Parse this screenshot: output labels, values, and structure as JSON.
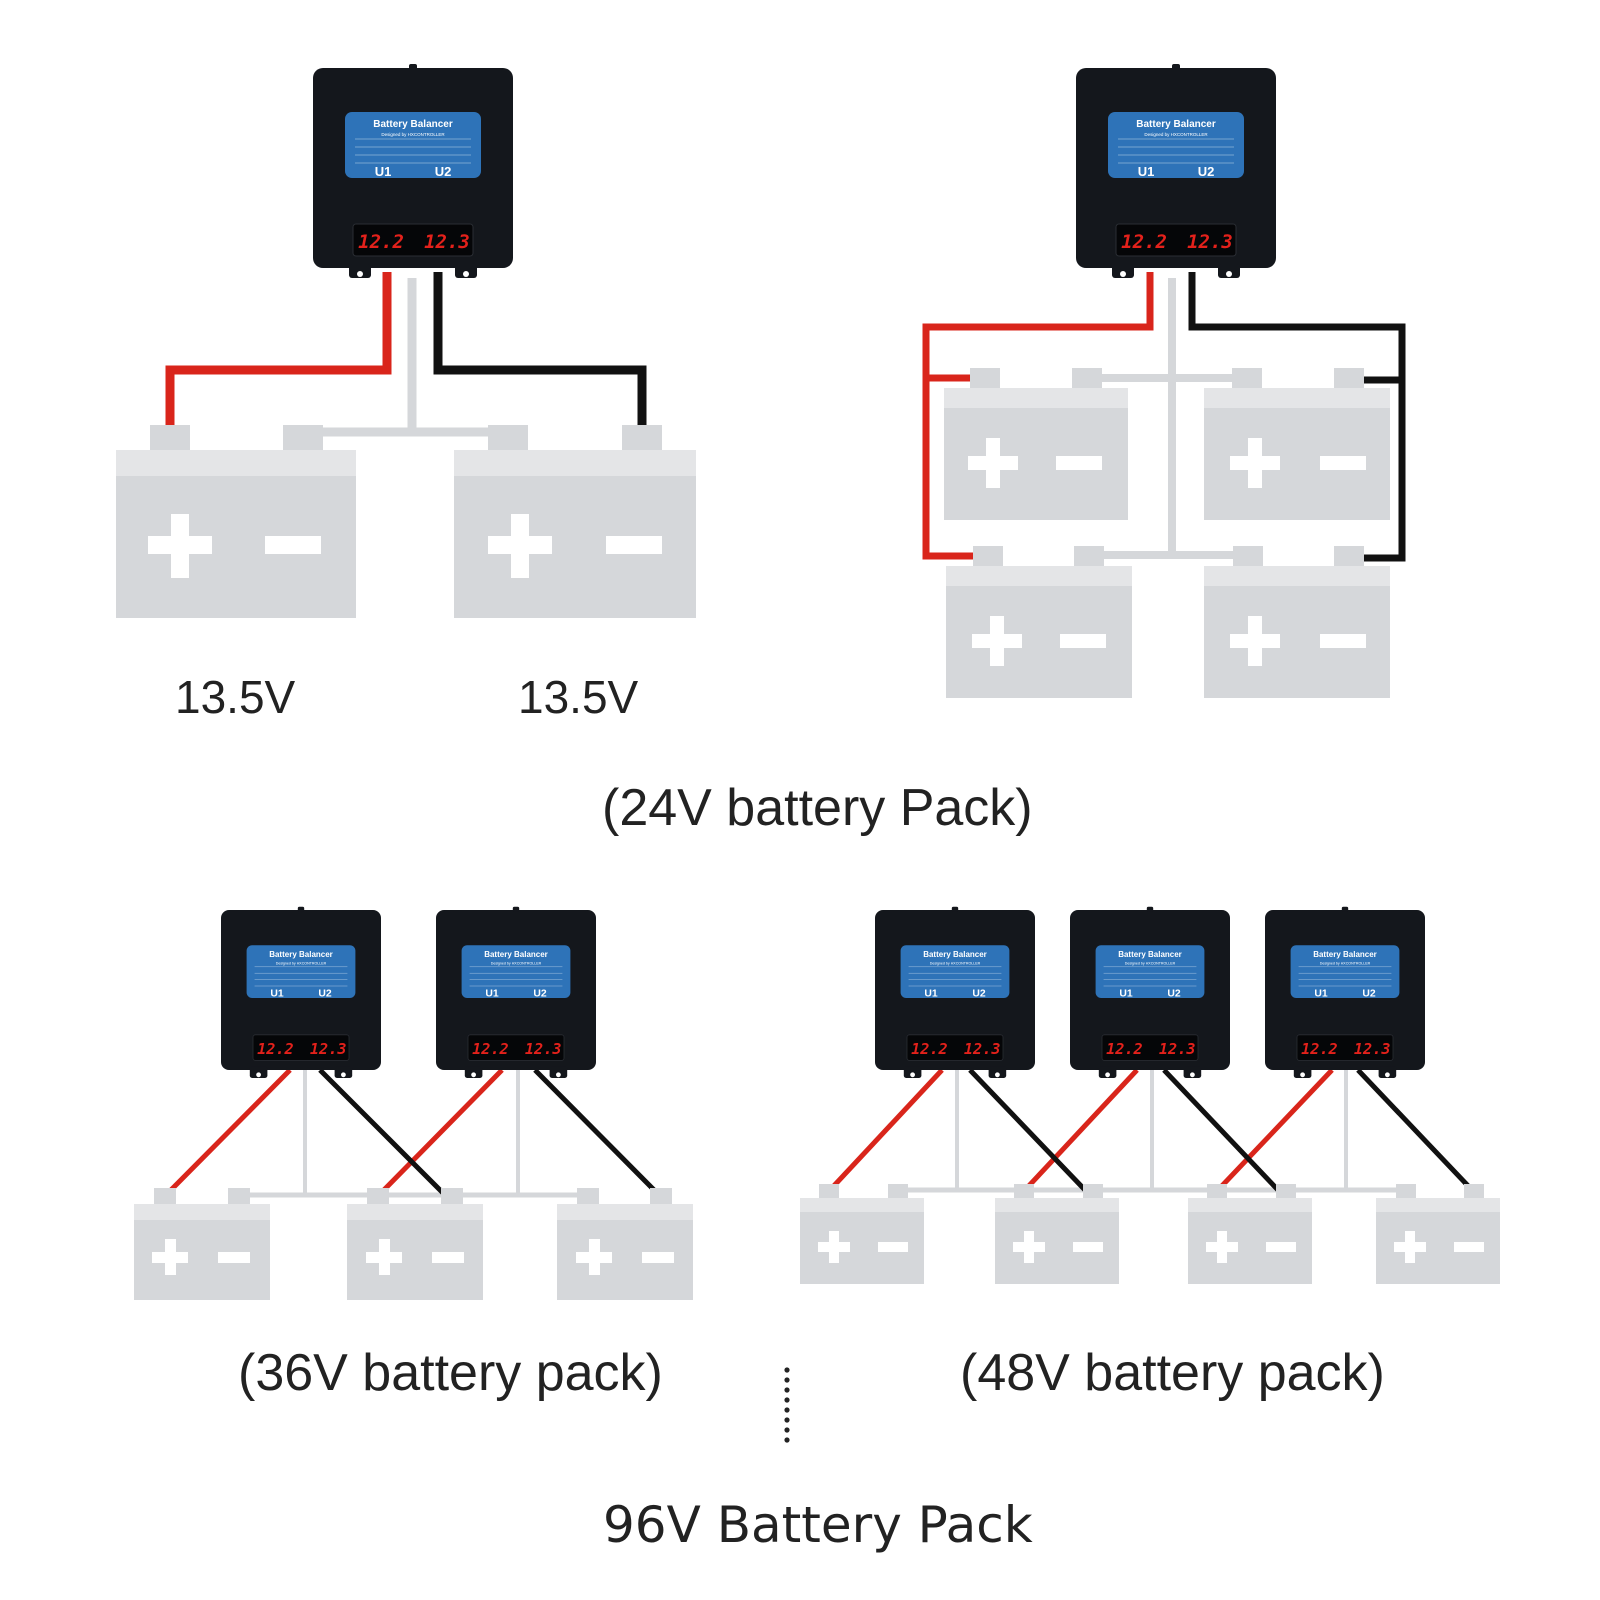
{
  "device": {
    "name": "Battery Balancer",
    "designer": "Designed by HXCONTROLLER",
    "port_left": "U1",
    "port_right": "U2",
    "display_left": "12.2",
    "display_right": "12.3"
  },
  "diagrams": [
    {
      "id": "24v-two-battery",
      "batteries": 2,
      "balancers": 1,
      "voltage_labels": [
        "13.5V",
        "13.5V"
      ]
    },
    {
      "id": "24v-four-battery",
      "batteries": 4,
      "balancers": 1,
      "title": "(24V battery Pack)"
    },
    {
      "id": "36v",
      "batteries": 3,
      "balancers": 2,
      "title": "(36V battery pack)"
    },
    {
      "id": "48v",
      "batteries": 4,
      "balancers": 3,
      "title": "(48V battery pack)"
    }
  ],
  "footer": {
    "ellipsis": "⋮",
    "title": "96V Battery Pack"
  },
  "colors": {
    "positive_wire": "#d9251b",
    "negative_wire": "#111111",
    "battery": "#d5d7da",
    "device": "#14171c",
    "label": "#2e73b8",
    "display": "#e3211b"
  }
}
